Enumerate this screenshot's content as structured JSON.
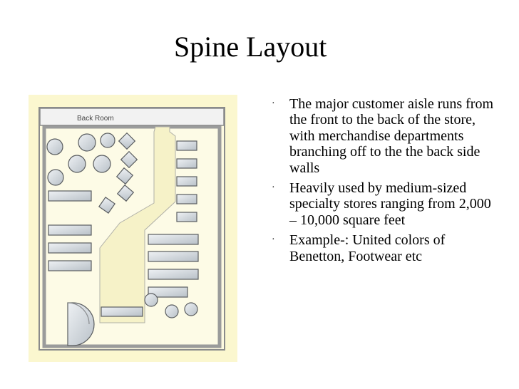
{
  "slide": {
    "title": "Spine Layout"
  },
  "floorplan": {
    "back_room_label": "Back Room",
    "colors": {
      "background": "#fbf7cf",
      "wall": "#7b7c7c",
      "fixture_fill": "#d7dde2",
      "fixture_stroke": "#5a5d60",
      "back_room_fill": "#f2f2f2"
    }
  },
  "bullets": [
    {
      "marker": "·",
      "text": "The major customer aisle runs from the front to the back of the store, with merchandise departments branching off to the the back side walls"
    },
    {
      "marker": "·",
      "text": "Heavily used by medium-sized specialty stores ranging from 2,000 – 10,000 square feet"
    },
    {
      "marker": "·",
      "text": "Example-: United colors of Benetton, Footwear etc"
    }
  ]
}
